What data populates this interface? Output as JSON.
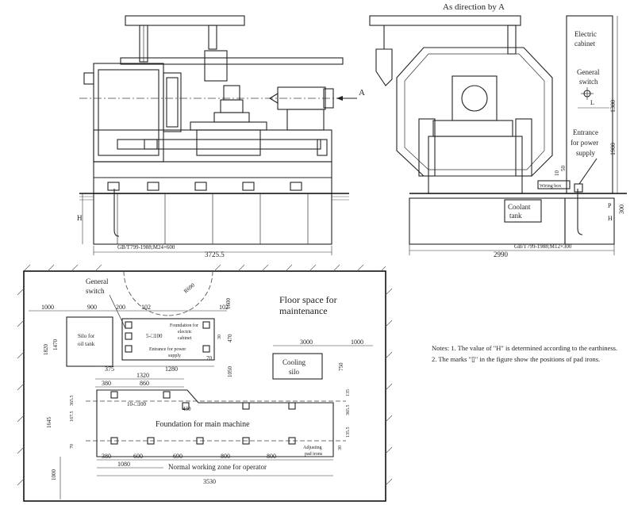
{
  "front_view": {
    "arrow_label": "A",
    "foundation_bolt": "GB/T799-1988;M24×600",
    "length": "3725.5",
    "height_label": "H"
  },
  "side_view": {
    "title": "As direction by A",
    "cabinet_label_1": "Electric",
    "cabinet_label_2": "cabinet",
    "switch_label_1": "General",
    "switch_label_2": "switch",
    "power_label_1": "Entrance",
    "power_label_2": "for power",
    "power_label_3": "supply",
    "wiring_box": "Wiring box",
    "coolant_1": "Coolant",
    "coolant_2": "tank",
    "foundation_bolt": "GB/T799-1988;M12×300",
    "width": "2990",
    "dim_1300": "1300",
    "dim_1900": "1900",
    "dim_300": "300",
    "dim_50": "50",
    "dim_10": "10",
    "dim_L": "L",
    "dim_H": "H",
    "dim_P": "P"
  },
  "plan_view": {
    "maintenance_1": "Floor space for",
    "maintenance_2": "maintenance",
    "general_switch_1": "General",
    "general_switch_2": "switch",
    "door_radius": "R690",
    "silo_oil_1": "Silo for",
    "silo_oil_2": "oil tank",
    "foundation_cabinet_1": "Foundation for",
    "foundation_cabinet_2": "electric",
    "foundation_cabinet_3": "cabinet",
    "entrance_power_1": "Entrance for power",
    "entrance_power_2": "supply",
    "hole_small": "5-□100",
    "hole_large": "10-□100",
    "cooling_1": "Cooling",
    "cooling_2": "silo",
    "foundation_main": "Foundation for main machine",
    "adjusting_1": "Adjusting",
    "adjusting_2": "pad irons",
    "working_zone": "Normal working zone for operator",
    "dims": {
      "d1000a": "1000",
      "d900": "900",
      "d200": "200",
      "d102a": "102",
      "d102b": "102",
      "d1600": "1600",
      "d470": "470",
      "d1470": "1470",
      "d1820": "1820",
      "d375": "375",
      "d1280": "1280",
      "d1320": "1320",
      "d860": "860",
      "d380a": "380",
      "d430": "430",
      "d1050": "1050",
      "d3000": "3000",
      "d1000b": "1000",
      "d750": "750",
      "d135": "135",
      "d1645": "1645",
      "d380b": "380",
      "d600": "600",
      "d690": "690",
      "d800a": "800",
      "d800b": "800",
      "d1080": "1080",
      "d3530": "3530",
      "d1000c": "1000",
      "d70": "70",
      "d30a": "30",
      "d30b": "30",
      "d167": "167.5",
      "d365a": "365.5",
      "d135b": "135.5",
      "d365b": "365.5",
      "d70b": "70"
    }
  },
  "notes": {
    "line_1": "Notes: 1. The value of \"H\" is determined according to the earthiness.",
    "line_2": "2. The marks \"▯\" in the figure show the positions of pad irons."
  }
}
